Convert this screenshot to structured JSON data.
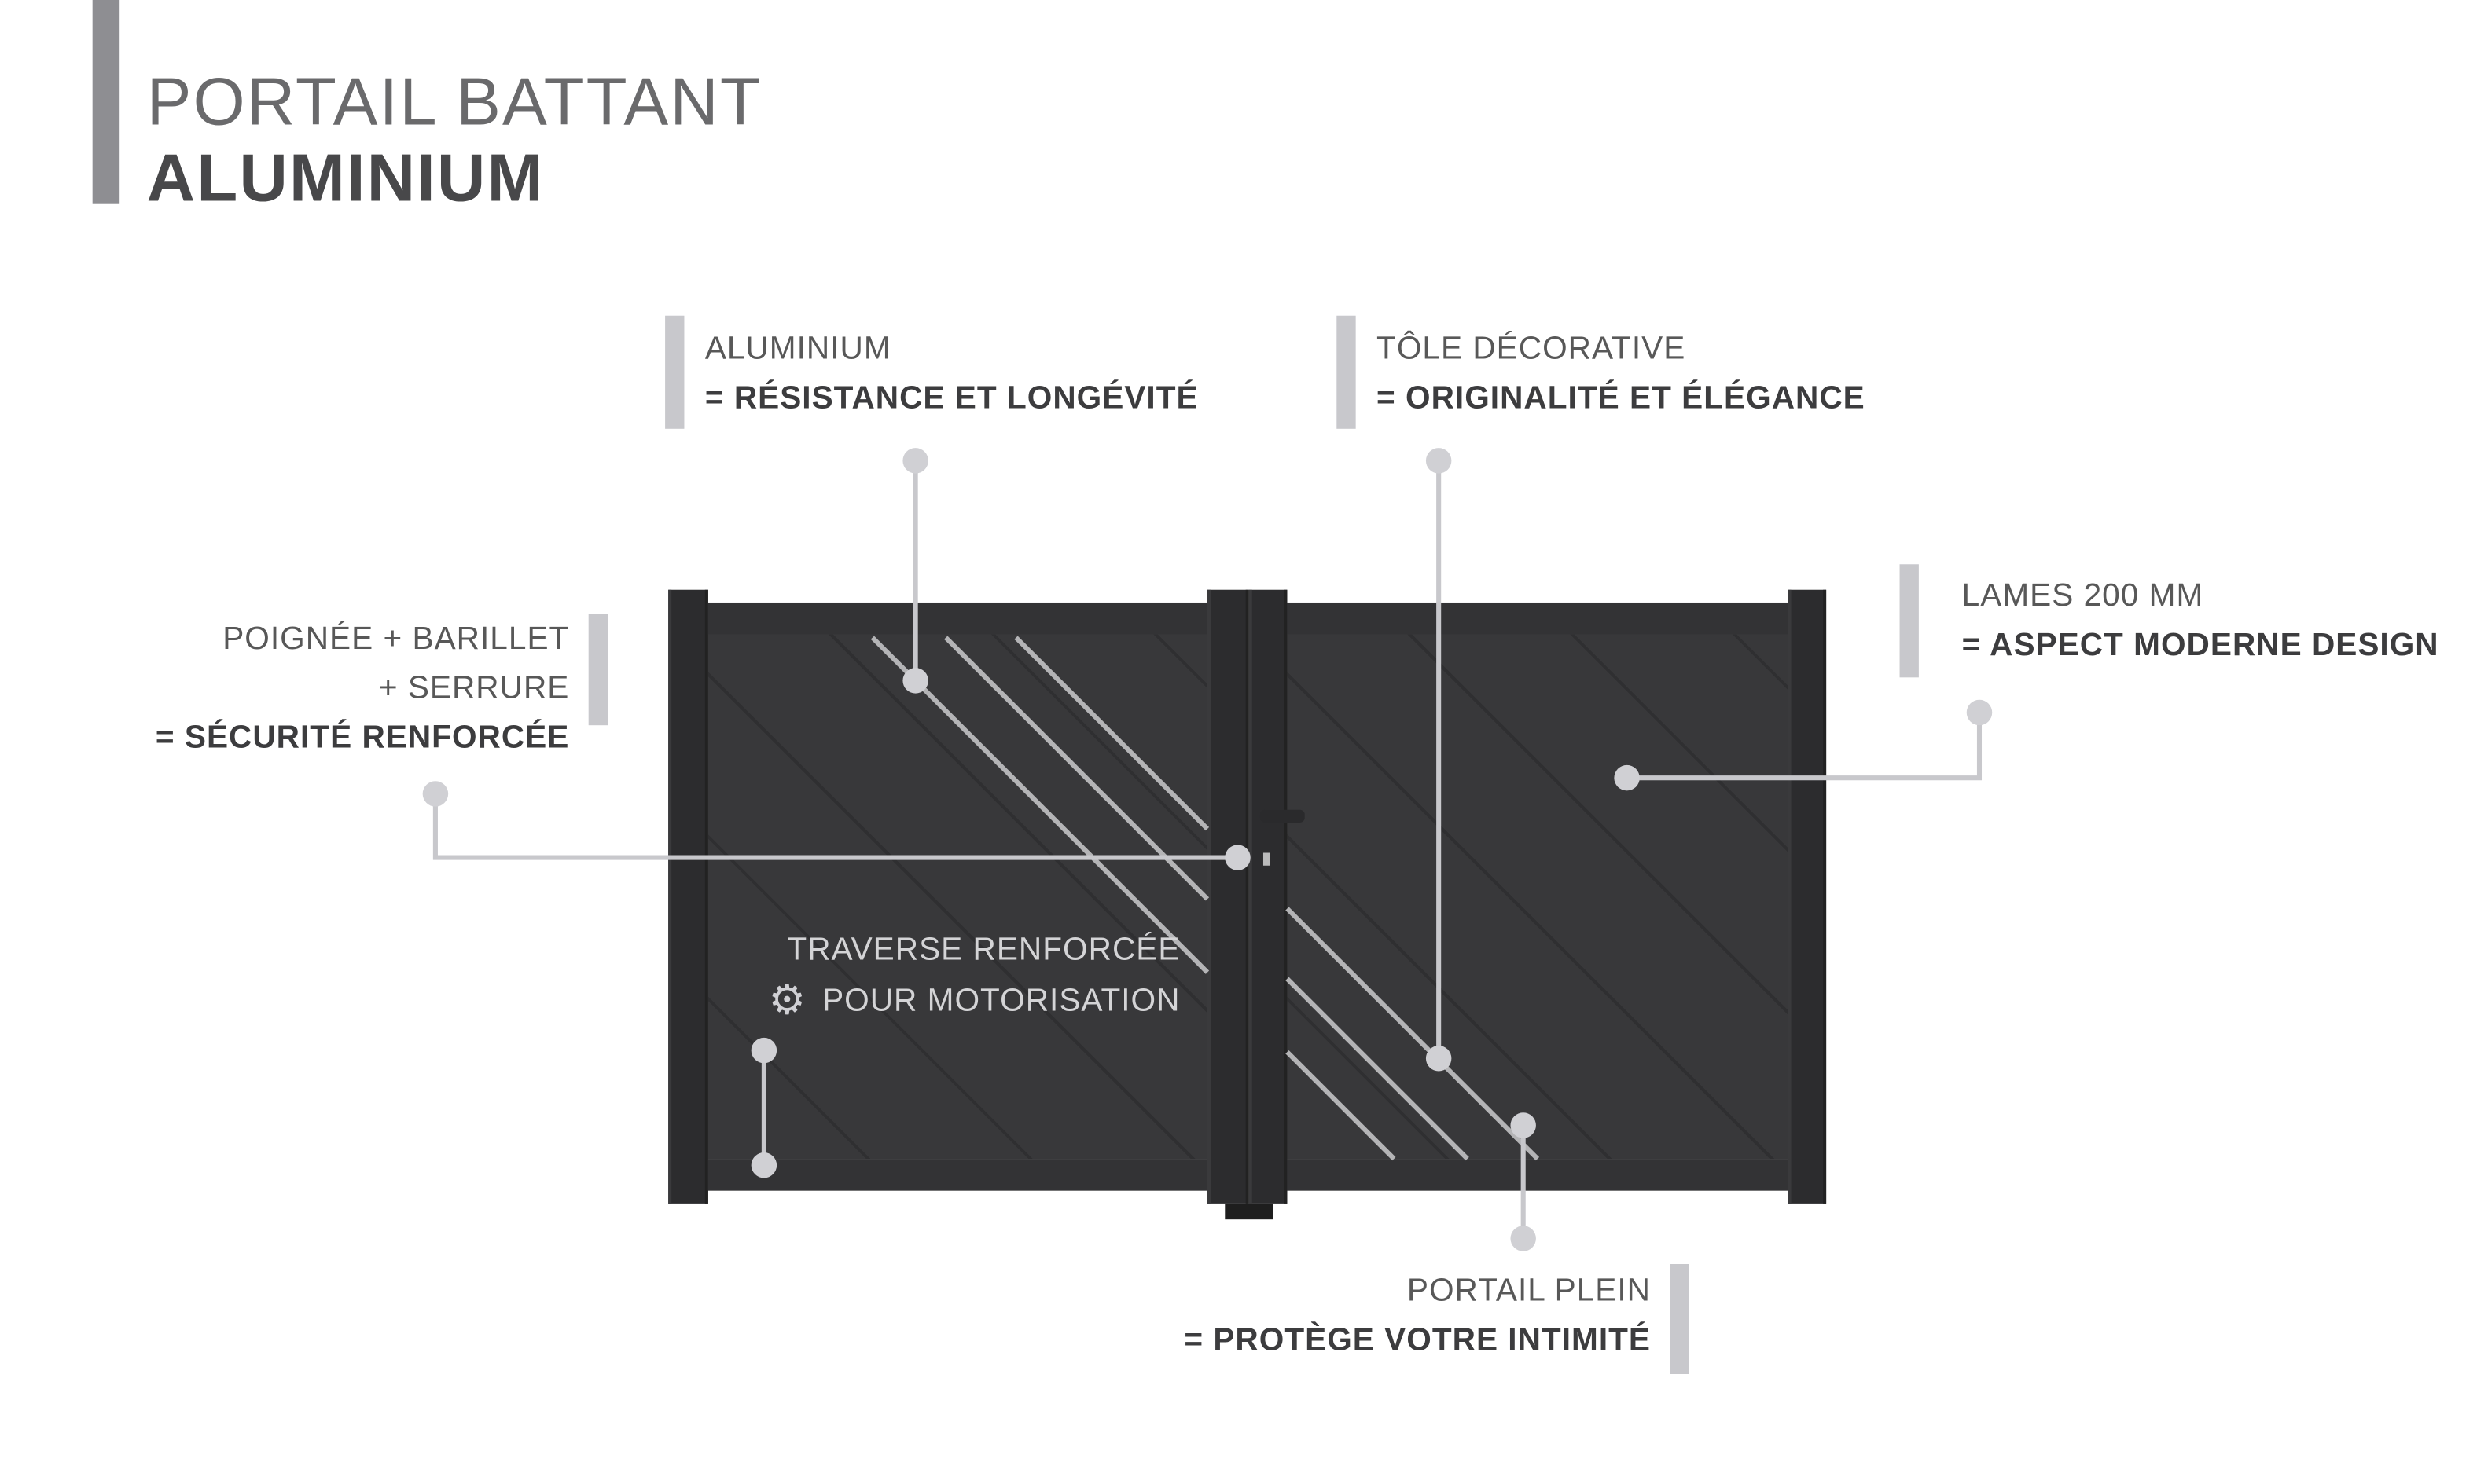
{
  "title": {
    "line1": "PORTAIL BATTANT",
    "line2": "ALUMINIUM"
  },
  "callouts": {
    "aluminium": {
      "title": "ALUMINIUM",
      "benefit": "= RÉSISTANCE ET LONGÉVITÉ"
    },
    "tole": {
      "title": "TÔLE DÉCORATIVE",
      "benefit": "= ORIGINALITÉ ET ÉLÉGANCE"
    },
    "lames": {
      "title": "LAMES 200 MM",
      "benefit": "= ASPECT MODERNE DESIGN"
    },
    "poignee": {
      "line1": "POIGNÉE + BARILLET",
      "line2": "+ SERRURE",
      "benefit": "= SÉCURITÉ RENFORCÉE"
    },
    "traverse": {
      "line1": "TRAVERSE RENFORCÉE",
      "line2": "POUR MOTORISATION",
      "icon": "gear-icon"
    },
    "plein": {
      "title": "PORTAIL PLEIN",
      "benefit": "= PROTÈGE VOTRE INTIMITÉ"
    }
  },
  "colors": {
    "accent_bar": "#c8c8cc",
    "title_bar": "#8e8e92",
    "gate": "#38383a"
  }
}
